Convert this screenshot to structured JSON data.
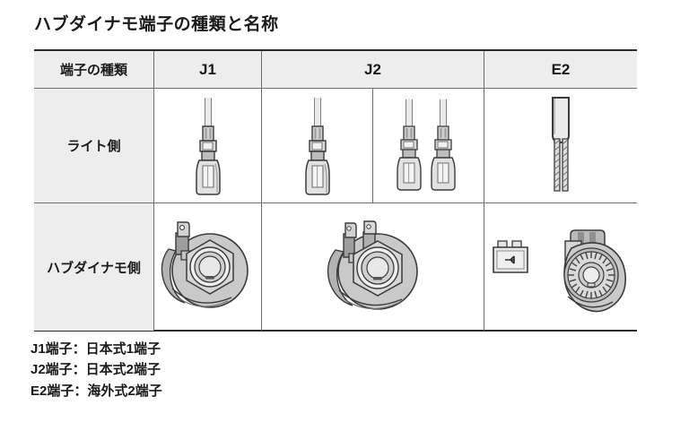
{
  "title": "ハブダイナモ端子の種類と名称",
  "table": {
    "header": {
      "label": "端子の種類",
      "columns": [
        "J1",
        "J2",
        "E2"
      ]
    },
    "rows": [
      {
        "label": "ライト側",
        "cells": [
          {
            "column": "J1",
            "icon": "single-plug-connector-icon"
          },
          {
            "column": "J2",
            "icon": "single-plug-connector-icon"
          },
          {
            "column": "J2",
            "icon": "twin-plug-connector-icon"
          },
          {
            "column": "E2",
            "icon": "bare-twin-wire-cable-icon"
          }
        ]
      },
      {
        "label": "ハブダイナモ側",
        "cells": [
          {
            "column": "J1",
            "icon": "hub-dynamo-one-tab-icon"
          },
          {
            "column": "J2",
            "icon": "hub-dynamo-two-tab-icon"
          },
          {
            "column": "E2",
            "icon": "hub-dynamo-block-connector-icon"
          }
        ]
      }
    ]
  },
  "notes": [
    "J1端子：日本式1端子",
    "J2端子：日本式2端子",
    "E2端子：海外式2端子"
  ],
  "colors": {
    "background": "#ffffff",
    "header_fill": "#ededed",
    "rule_heavy": "#2b2b2b",
    "rule_light": "#6d6d6d",
    "metal_light": "#e4e4e4",
    "metal_mid": "#b8b8b8",
    "metal_dark": "#8f8f8f",
    "outline": "#3b3b3b"
  }
}
